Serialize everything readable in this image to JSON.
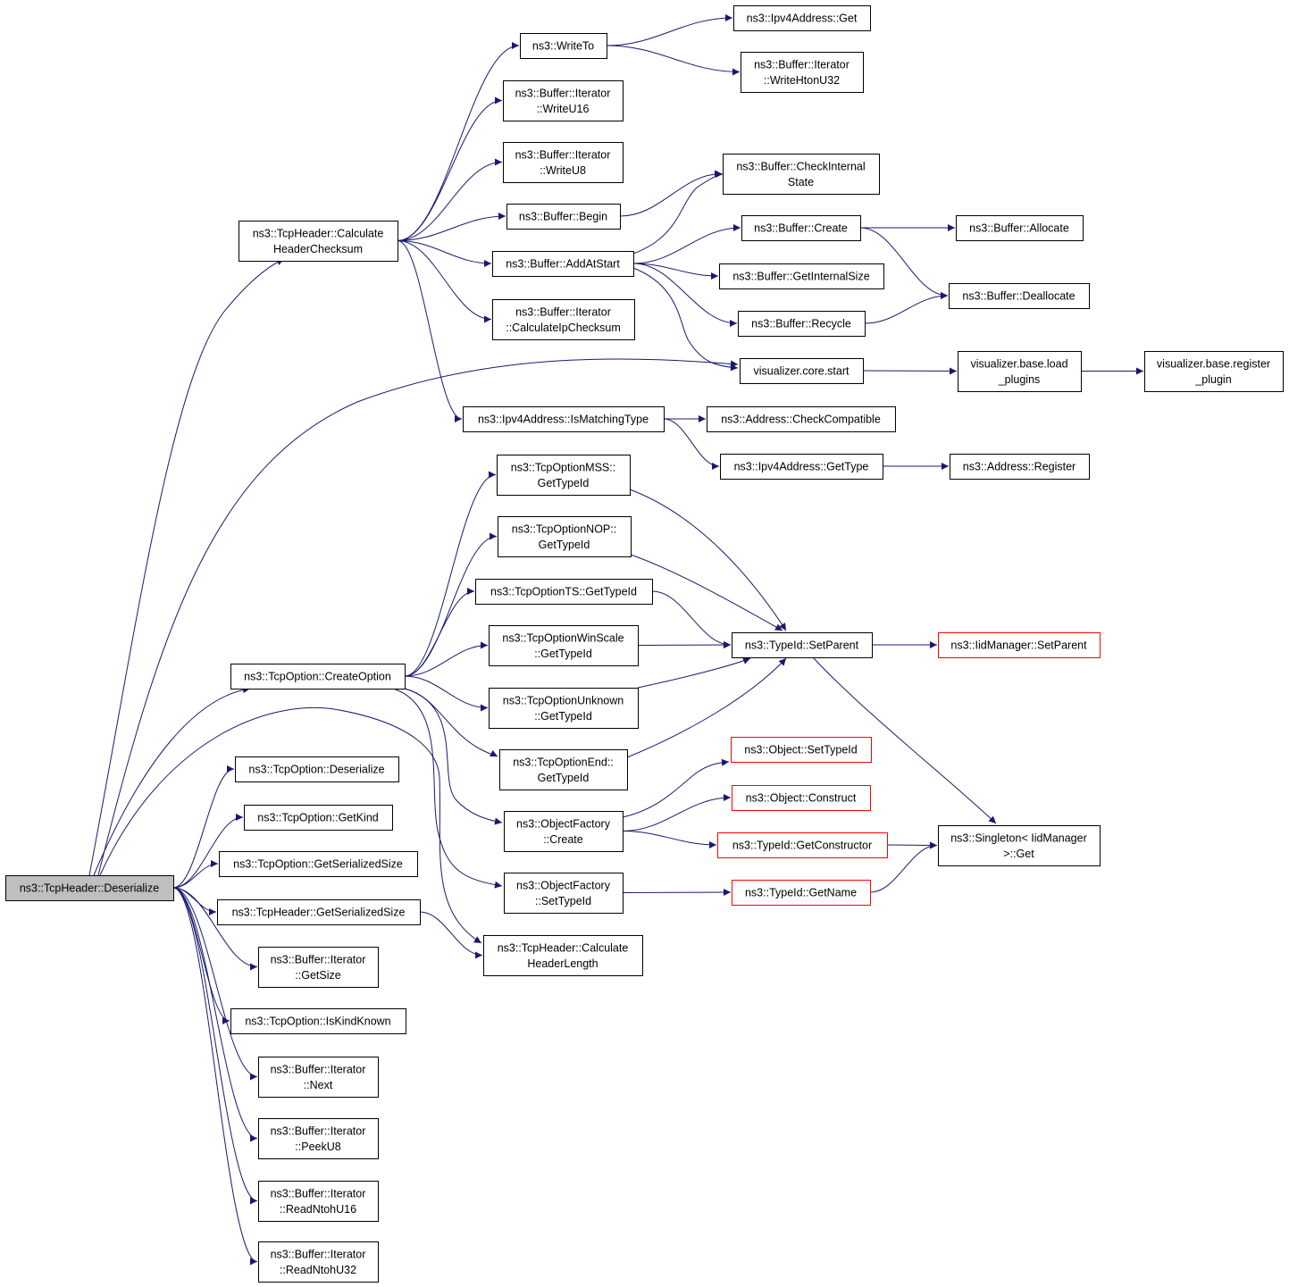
{
  "graph": {
    "title": "",
    "colors": {
      "edge": "#191970",
      "root_fill": "#bfbfbf",
      "truncated_border": "#ff0000",
      "node_border": "#000000"
    },
    "nodes": [
      {
        "id": "deserialize",
        "lines": [
          "ns3::TcpHeader::Deserialize"
        ],
        "root": true
      },
      {
        "id": "calc_checksum",
        "lines": [
          "ns3::TcpHeader::Calculate",
          "HeaderChecksum"
        ]
      },
      {
        "id": "create_option",
        "lines": [
          "ns3::TcpOption::CreateOption"
        ]
      },
      {
        "id": "opt_deserialize",
        "lines": [
          "ns3::TcpOption::Deserialize"
        ]
      },
      {
        "id": "opt_getkind",
        "lines": [
          "ns3::TcpOption::GetKind"
        ]
      },
      {
        "id": "opt_getsersize",
        "lines": [
          "ns3::TcpOption::GetSerializedSize"
        ]
      },
      {
        "id": "hdr_getsersize",
        "lines": [
          "ns3::TcpHeader::GetSerializedSize"
        ]
      },
      {
        "id": "iter_getsize",
        "lines": [
          "ns3::Buffer::Iterator",
          "::GetSize"
        ]
      },
      {
        "id": "opt_iskindknown",
        "lines": [
          "ns3::TcpOption::IsKindKnown"
        ]
      },
      {
        "id": "iter_next",
        "lines": [
          "ns3::Buffer::Iterator",
          "::Next"
        ]
      },
      {
        "id": "iter_peeku8",
        "lines": [
          "ns3::Buffer::Iterator",
          "::PeekU8"
        ]
      },
      {
        "id": "iter_readntohu16",
        "lines": [
          "ns3::Buffer::Iterator",
          "::ReadNtohU16"
        ]
      },
      {
        "id": "iter_readntohu32",
        "lines": [
          "ns3::Buffer::Iterator",
          "::ReadNtohU32"
        ]
      },
      {
        "id": "writeto",
        "lines": [
          "ns3::WriteTo"
        ]
      },
      {
        "id": "iter_writeu16",
        "lines": [
          "ns3::Buffer::Iterator",
          "::WriteU16"
        ]
      },
      {
        "id": "iter_writeu8",
        "lines": [
          "ns3::Buffer::Iterator",
          "::WriteU8"
        ]
      },
      {
        "id": "buf_begin",
        "lines": [
          "ns3::Buffer::Begin"
        ]
      },
      {
        "id": "buf_addatstart",
        "lines": [
          "ns3::Buffer::AddAtStart"
        ]
      },
      {
        "id": "iter_calcipchecksum",
        "lines": [
          "ns3::Buffer::Iterator",
          "::CalculateIpChecksum"
        ]
      },
      {
        "id": "ipv4_ismatchingtype",
        "lines": [
          "ns3::Ipv4Address::IsMatchingType"
        ]
      },
      {
        "id": "optmss",
        "lines": [
          "ns3::TcpOptionMSS::",
          "GetTypeId"
        ]
      },
      {
        "id": "optnop",
        "lines": [
          "ns3::TcpOptionNOP::",
          "GetTypeId"
        ]
      },
      {
        "id": "optts",
        "lines": [
          "ns3::TcpOptionTS::GetTypeId"
        ]
      },
      {
        "id": "optwinscale",
        "lines": [
          "ns3::TcpOptionWinScale",
          "::GetTypeId"
        ]
      },
      {
        "id": "optunknown",
        "lines": [
          "ns3::TcpOptionUnknown",
          "::GetTypeId"
        ]
      },
      {
        "id": "optend",
        "lines": [
          "ns3::TcpOptionEnd::",
          "GetTypeId"
        ]
      },
      {
        "id": "of_create",
        "lines": [
          "ns3::ObjectFactory",
          "::Create"
        ]
      },
      {
        "id": "of_settypeid",
        "lines": [
          "ns3::ObjectFactory",
          "::SetTypeId"
        ]
      },
      {
        "id": "hdr_calclength",
        "lines": [
          "ns3::TcpHeader::Calculate",
          "HeaderLength"
        ]
      },
      {
        "id": "ipv4_get",
        "lines": [
          "ns3::Ipv4Address::Get"
        ]
      },
      {
        "id": "iter_writehtonu32",
        "lines": [
          "ns3::Buffer::Iterator",
          "::WriteHtonU32"
        ]
      },
      {
        "id": "buf_checkinternalstate",
        "lines": [
          "ns3::Buffer::CheckInternal",
          "State"
        ]
      },
      {
        "id": "buf_create",
        "lines": [
          "ns3::Buffer::Create"
        ]
      },
      {
        "id": "buf_getinternalsize",
        "lines": [
          "ns3::Buffer::GetInternalSize"
        ]
      },
      {
        "id": "buf_recycle",
        "lines": [
          "ns3::Buffer::Recycle"
        ]
      },
      {
        "id": "vis_core_start",
        "lines": [
          "visualizer.core.start"
        ]
      },
      {
        "id": "addr_checkcompatible",
        "lines": [
          "ns3::Address::CheckCompatible"
        ]
      },
      {
        "id": "ipv4_gettype",
        "lines": [
          "ns3::Ipv4Address::GetType"
        ]
      },
      {
        "id": "typeid_setparent",
        "lines": [
          "ns3::TypeId::SetParent"
        ]
      },
      {
        "id": "obj_settypeid",
        "lines": [
          "ns3::Object::SetTypeId"
        ],
        "truncated": true
      },
      {
        "id": "obj_construct",
        "lines": [
          "ns3::Object::Construct"
        ],
        "truncated": true
      },
      {
        "id": "typeid_getconstructor",
        "lines": [
          "ns3::TypeId::GetConstructor"
        ],
        "truncated": true
      },
      {
        "id": "typeid_getname",
        "lines": [
          "ns3::TypeId::GetName"
        ],
        "truncated": true
      },
      {
        "id": "buf_allocate",
        "lines": [
          "ns3::Buffer::Allocate"
        ]
      },
      {
        "id": "buf_deallocate",
        "lines": [
          "ns3::Buffer::Deallocate"
        ]
      },
      {
        "id": "vis_base_loadplugins",
        "lines": [
          "visualizer.base.load",
          "_plugins"
        ]
      },
      {
        "id": "addr_register",
        "lines": [
          "ns3::Address::Register"
        ]
      },
      {
        "id": "iidmanager_setparent",
        "lines": [
          "ns3::IidManager::SetParent"
        ],
        "truncated": true
      },
      {
        "id": "singleton_get",
        "lines": [
          "ns3::Singleton< IidManager",
          ">::Get"
        ]
      },
      {
        "id": "vis_base_registerplugin",
        "lines": [
          "visualizer.base.register",
          "_plugin"
        ]
      }
    ],
    "edges": [
      [
        "deserialize",
        "calc_checksum"
      ],
      [
        "deserialize",
        "vis_core_start"
      ],
      [
        "deserialize",
        "create_option"
      ],
      [
        "deserialize",
        "hdr_calclength"
      ],
      [
        "deserialize",
        "opt_deserialize"
      ],
      [
        "deserialize",
        "opt_getkind"
      ],
      [
        "deserialize",
        "opt_getsersize"
      ],
      [
        "deserialize",
        "hdr_getsersize"
      ],
      [
        "deserialize",
        "iter_getsize"
      ],
      [
        "deserialize",
        "opt_iskindknown"
      ],
      [
        "deserialize",
        "iter_next"
      ],
      [
        "deserialize",
        "iter_peeku8"
      ],
      [
        "deserialize",
        "iter_readntohu16"
      ],
      [
        "deserialize",
        "iter_readntohu32"
      ],
      [
        "calc_checksum",
        "writeto"
      ],
      [
        "calc_checksum",
        "iter_writeu16"
      ],
      [
        "calc_checksum",
        "iter_writeu8"
      ],
      [
        "calc_checksum",
        "buf_begin"
      ],
      [
        "calc_checksum",
        "buf_addatstart"
      ],
      [
        "calc_checksum",
        "iter_calcipchecksum"
      ],
      [
        "calc_checksum",
        "ipv4_ismatchingtype"
      ],
      [
        "writeto",
        "ipv4_get"
      ],
      [
        "writeto",
        "iter_writehtonu32"
      ],
      [
        "buf_begin",
        "buf_checkinternalstate"
      ],
      [
        "buf_addatstart",
        "buf_checkinternalstate"
      ],
      [
        "buf_addatstart",
        "buf_create"
      ],
      [
        "buf_addatstart",
        "buf_getinternalsize"
      ],
      [
        "buf_addatstart",
        "buf_recycle"
      ],
      [
        "buf_addatstart",
        "vis_core_start"
      ],
      [
        "buf_create",
        "buf_allocate"
      ],
      [
        "buf_create",
        "buf_deallocate"
      ],
      [
        "buf_recycle",
        "buf_deallocate"
      ],
      [
        "vis_core_start",
        "vis_base_loadplugins"
      ],
      [
        "vis_base_loadplugins",
        "vis_base_registerplugin"
      ],
      [
        "ipv4_ismatchingtype",
        "addr_checkcompatible"
      ],
      [
        "ipv4_ismatchingtype",
        "ipv4_gettype"
      ],
      [
        "ipv4_gettype",
        "addr_register"
      ],
      [
        "create_option",
        "optmss"
      ],
      [
        "create_option",
        "optnop"
      ],
      [
        "create_option",
        "optts"
      ],
      [
        "create_option",
        "optwinscale"
      ],
      [
        "create_option",
        "optunknown"
      ],
      [
        "create_option",
        "optend"
      ],
      [
        "create_option",
        "of_create"
      ],
      [
        "create_option",
        "of_settypeid"
      ],
      [
        "optmss",
        "typeid_setparent"
      ],
      [
        "optnop",
        "typeid_setparent"
      ],
      [
        "optts",
        "typeid_setparent"
      ],
      [
        "optwinscale",
        "typeid_setparent"
      ],
      [
        "optunknown",
        "typeid_setparent"
      ],
      [
        "optend",
        "typeid_setparent"
      ],
      [
        "typeid_setparent",
        "iidmanager_setparent"
      ],
      [
        "typeid_setparent",
        "singleton_get"
      ],
      [
        "of_create",
        "obj_settypeid"
      ],
      [
        "of_create",
        "obj_construct"
      ],
      [
        "of_create",
        "typeid_getconstructor"
      ],
      [
        "typeid_getconstructor",
        "singleton_get"
      ],
      [
        "of_settypeid",
        "typeid_getname"
      ],
      [
        "typeid_getname",
        "singleton_get"
      ],
      [
        "hdr_getsersize",
        "hdr_calclength"
      ]
    ]
  }
}
